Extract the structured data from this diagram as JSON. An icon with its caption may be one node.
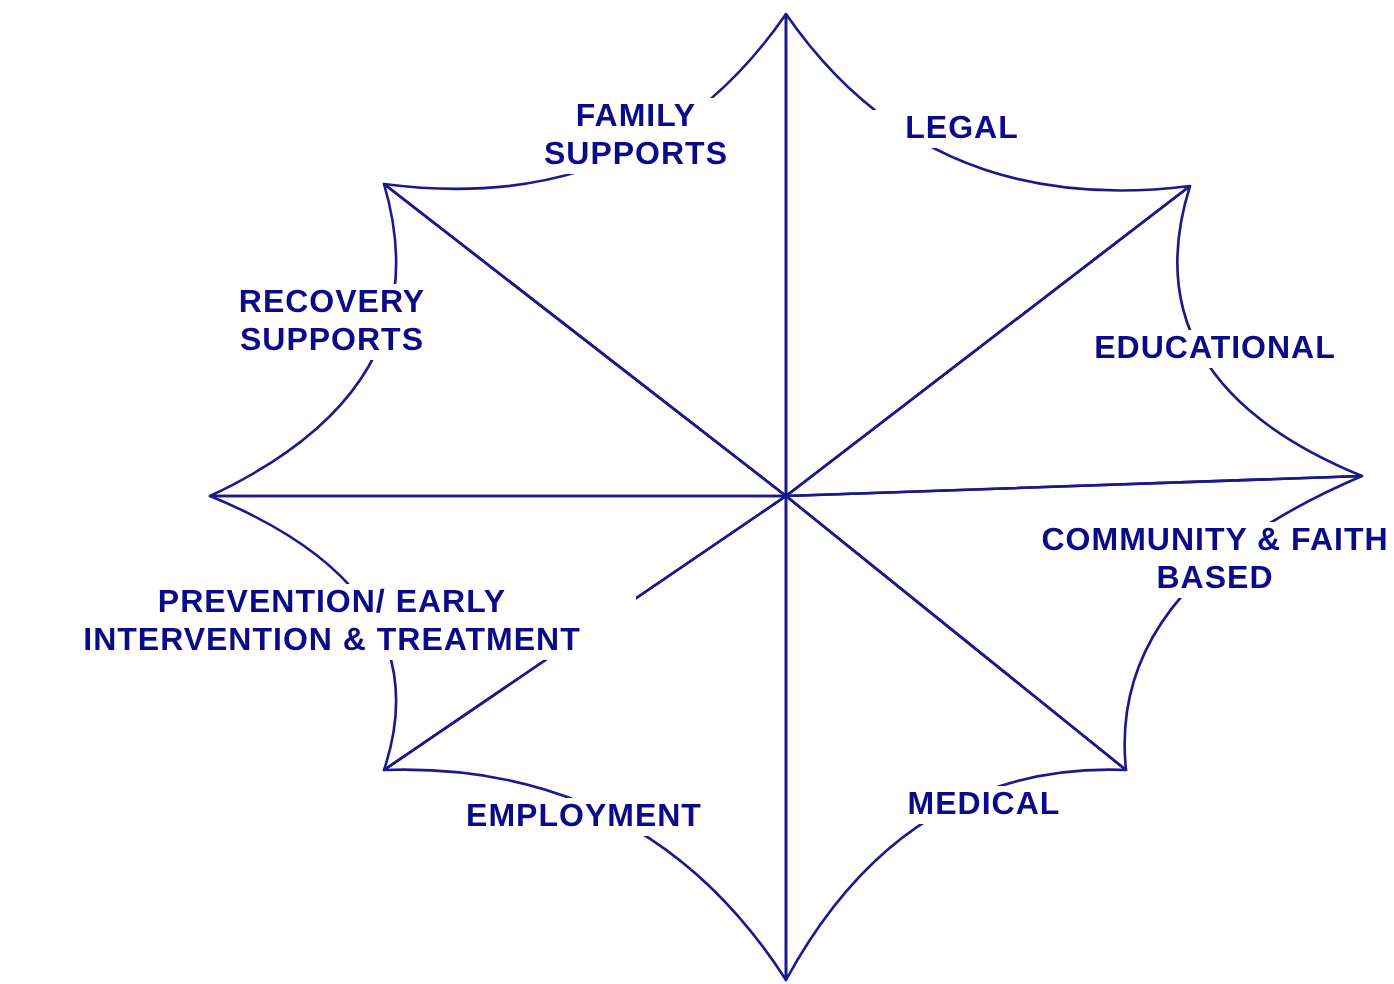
{
  "diagram": {
    "nodes": [
      {
        "text": [
          "FAMILY SUPPORTS"
        ]
      },
      {
        "text": [
          "LEGAL"
        ]
      },
      {
        "text": [
          "RECOVERY SUPPORTS"
        ]
      },
      {
        "text": [
          "EDUCATIONAL"
        ]
      },
      {
        "text": [
          "COMMUNITY & FAITH BASED"
        ]
      },
      {
        "text": [
          "PREVENTION/ EARLY INTERVENTION & TREATMENT"
        ]
      },
      {
        "text": [
          "EMPLOYMENT"
        ]
      },
      {
        "text": [
          "MEDICAL"
        ]
      }
    ]
  }
}
